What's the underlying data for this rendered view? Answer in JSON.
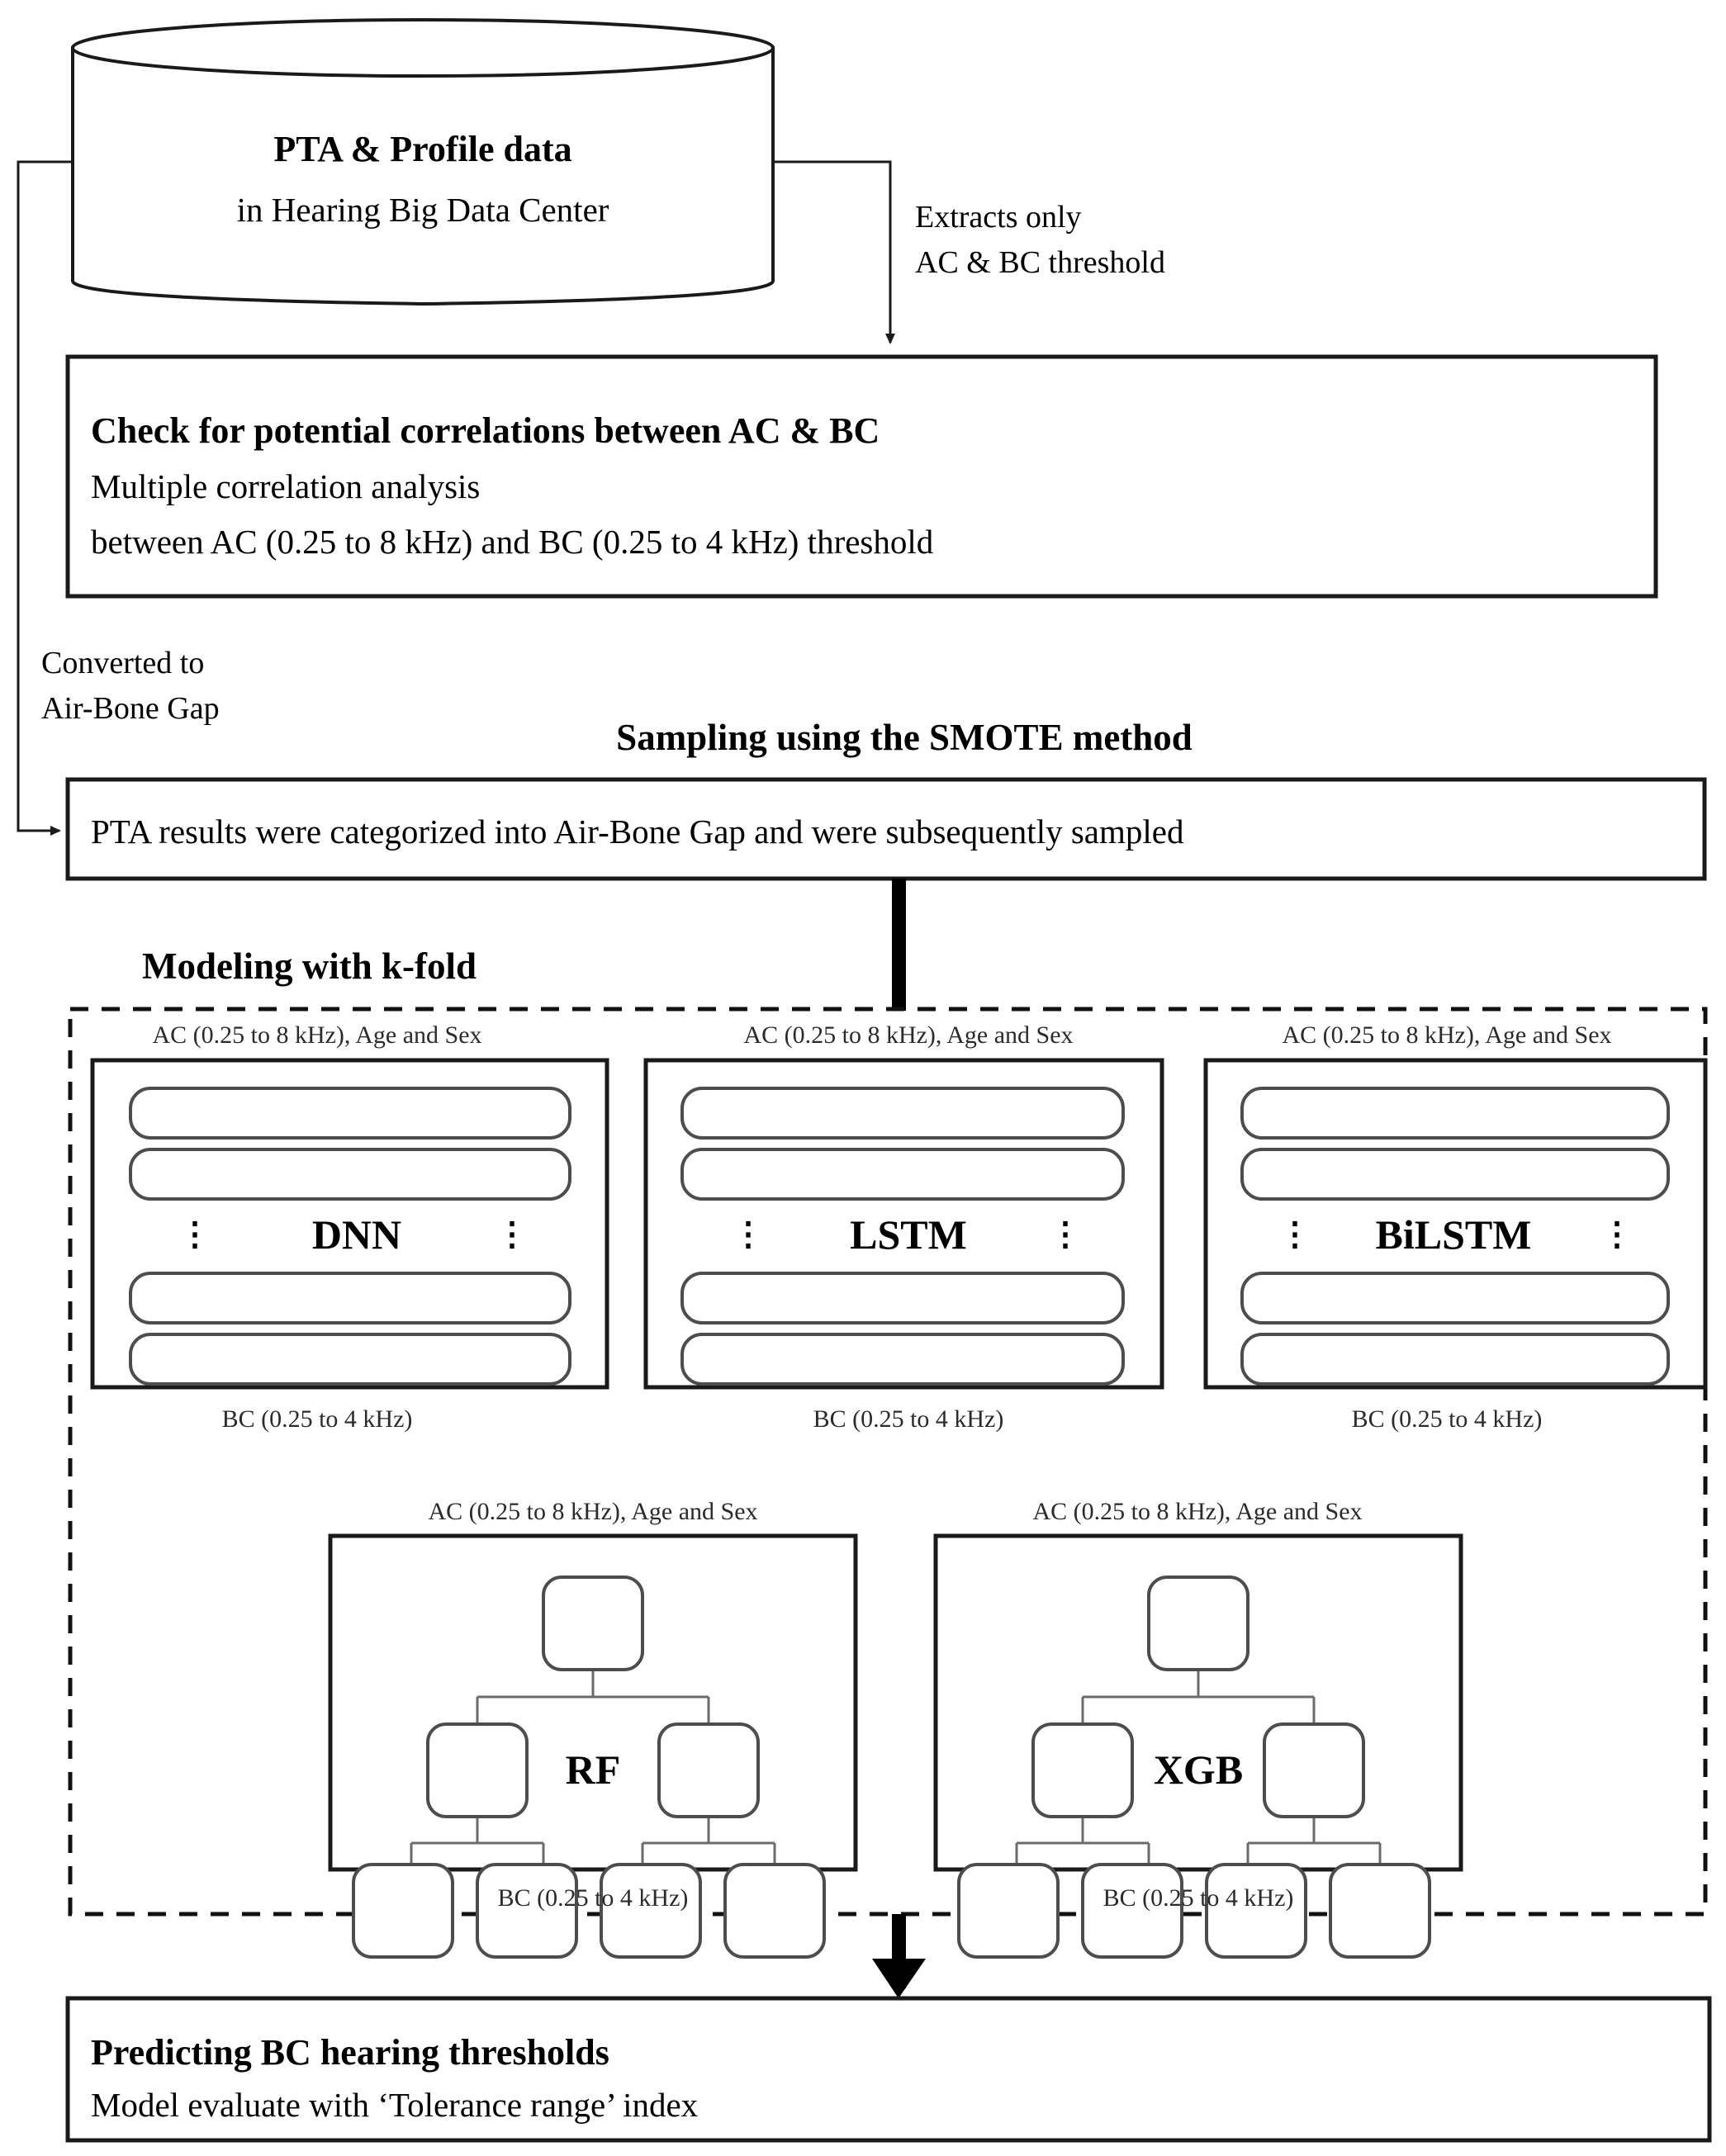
{
  "diagram": {
    "title": "PTA to BC threshold prediction pipeline",
    "colors": {
      "stroke": "#1a1a1a",
      "inner_stroke": "#4d4d4d",
      "link": "#6b6b6b",
      "background": "#ffffff",
      "dashed_border": "#111111"
    }
  },
  "datastore": {
    "label_bold": "PTA & Profile data",
    "label_sub": "in Hearing Big Data Center"
  },
  "edges": {
    "extract": {
      "line1": "Extracts only",
      "line2": "AC & BC threshold"
    },
    "converted": {
      "line1": "Converted to",
      "line2": "Air-Bone Gap"
    }
  },
  "correlation_box": {
    "heading": "Check for potential correlations between AC & BC",
    "line1": "Multiple correlation analysis",
    "line2": "between AC (0.25 to 8 kHz) and BC (0.25 to 4 kHz) threshold"
  },
  "smote": {
    "section_title": "Sampling using the SMOTE method",
    "box_text": "PTA results were categorized into Air-Bone Gap and were subsequently sampled"
  },
  "modeling": {
    "section_title": "Modeling with k-fold",
    "input_label": "AC (0.25 to 8 kHz), Age and Sex",
    "output_label": "BC (0.25 to 4 kHz)",
    "ellipsis_glyph": "⋮",
    "neural_models": [
      {
        "name": "DNN",
        "layers": 4
      },
      {
        "name": "LSTM",
        "layers": 4
      },
      {
        "name": "BiLSTM",
        "layers": 4
      }
    ],
    "tree_models": [
      {
        "name": "RF",
        "root": 1,
        "branches": 2,
        "leaves": 4
      },
      {
        "name": "XGB",
        "root": 1,
        "branches": 2,
        "leaves": 4
      }
    ]
  },
  "prediction_box": {
    "heading": "Predicting BC hearing thresholds",
    "line1": "Model evaluate with ‘Tolerance range’ index"
  }
}
